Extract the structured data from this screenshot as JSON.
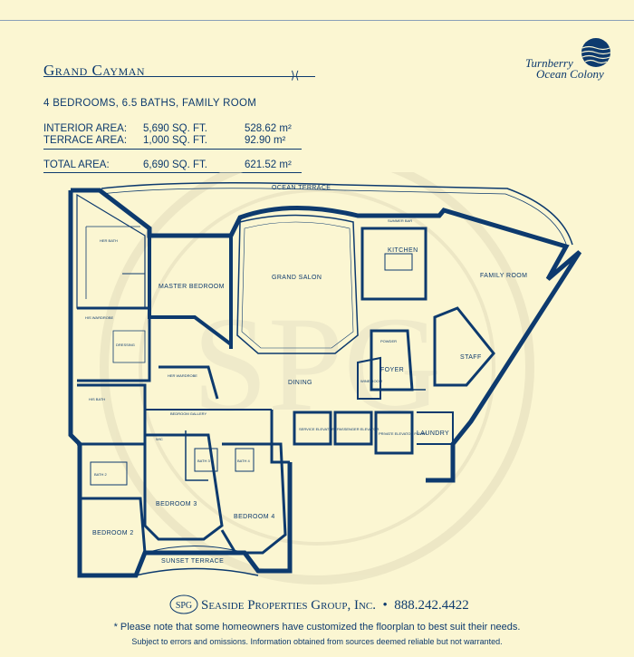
{
  "header": {
    "title": "Grand Cayman",
    "logo_line1": "Turnberry",
    "logo_line2": "Ocean Colony"
  },
  "specs": {
    "rooms": "4 BEDROOMS, 6.5 BATHS, FAMILY ROOM",
    "interior_label": "INTERIOR AREA:",
    "interior_sqft": "5,690 SQ. FT.",
    "interior_m2": "528.62 m²",
    "terrace_label": "TERRACE AREA:",
    "terrace_sqft": "1,000 SQ. FT.",
    "terrace_m2": "92.90 m²",
    "total_label": "TOTAL AREA:",
    "total_sqft": "6,690 SQ. FT.",
    "total_m2": "621.52 m²"
  },
  "plan": {
    "watermark": "SPG",
    "rooms": {
      "ocean_terrace": "OCEAN TERRACE",
      "master_bedroom": "MASTER BEDROOM",
      "grand_salon": "GRAND SALON",
      "kitchen": "KITCHEN",
      "summer_bar": "SUMMER BAR",
      "family_room": "FAMILY ROOM",
      "her_bath": "HER BATH",
      "his_wardrobe": "HIS WARDROBE",
      "dressing": "DRESSING",
      "her_wardrobe": "HER WARDROBE",
      "his_bath": "HIS BATH",
      "bedroom_gallery": "BEDROOM GALLERY",
      "dining": "DINING",
      "wine_room": "WINE ROOM",
      "foyer": "FOYER",
      "powder": "POWDER",
      "staff": "STAFF",
      "laundry": "LAUNDRY",
      "service_elevator": "SERVICE ELEVATOR",
      "passenger_elevator": "PASSENGER ELEVATOR",
      "private_elevator_foyer": "PRIVATE ELEVATOR FOYER",
      "bedroom_2": "BEDROOM 2",
      "bedroom_3": "BEDROOM 3",
      "bedroom_4": "BEDROOM 4",
      "sunset_terrace": "SUNSET TERRACE",
      "wic": "WIC",
      "bath_2": "BATH 2",
      "bath_3": "BATH 3",
      "bath_4": "BATH 4"
    }
  },
  "footer": {
    "logo_initials": "SPG",
    "company": "Seaside Properties Group, Inc.",
    "bullet": "•",
    "phone": "888.242.4422",
    "note": "* Please note that some homeowners have customized the floorplan to best suit their needs.",
    "disclaimer": "Subject to errors and omissions. Information obtained from sources deemed reliable but not warranted."
  },
  "colors": {
    "background": "#fbf6d2",
    "ink": "#0d3a6e",
    "watermark": "#e7e2c4"
  }
}
